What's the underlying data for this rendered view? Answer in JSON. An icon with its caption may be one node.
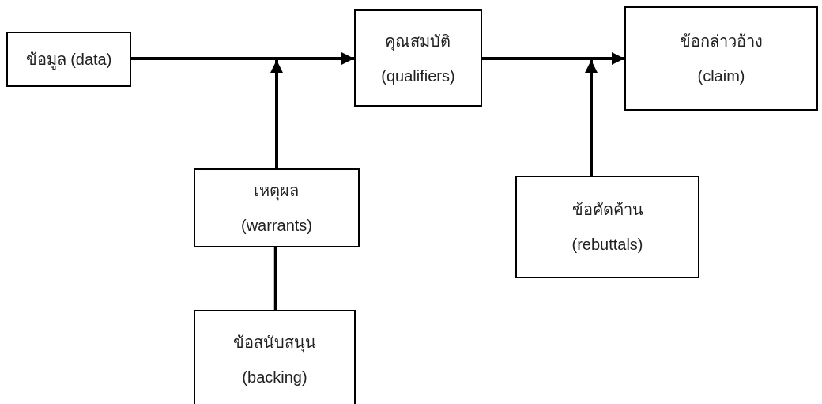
{
  "diagram": {
    "nodes": [
      {
        "text": [
          "ข้อมูล (data)"
        ]
      },
      {
        "text": [
          "คุณสมบัติ (qualifiers)"
        ]
      },
      {
        "text": [
          "ข้อกล่าวอ้าง (claim)"
        ]
      },
      {
        "text": [
          "เหตุผล (warrants)"
        ]
      },
      {
        "text": [
          "ข้อคัดค้าน (rebuttals)"
        ]
      },
      {
        "text": [
          "ข้อสนับสนุน (backing)"
        ]
      }
    ],
    "edges": [
      {
        "from": 0,
        "to": 1,
        "arrow": "to"
      },
      {
        "from": 3,
        "to": null,
        "arrow": "to"
      },
      {
        "from": 1,
        "to": 2,
        "arrow": "to"
      },
      {
        "from": 4,
        "to": null,
        "arrow": "to"
      },
      {
        "from": 5,
        "to": 3,
        "arrow": "none"
      }
    ]
  }
}
